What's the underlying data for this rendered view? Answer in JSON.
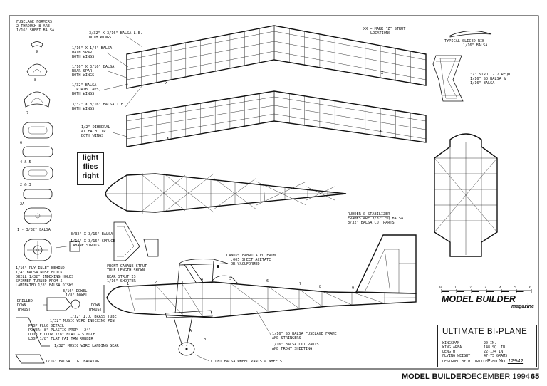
{
  "labels": {
    "fuselage_formers": "FUSELAGE FORMERS",
    "formers_range": "2 THROUGH 8 ARE",
    "formers_material": "1/16\" SHEET BALSA",
    "le": "3/32\" X 3/16\" BALSA L.E.",
    "le_sub": "BOTH WINGS",
    "main_spar": "1/16\" X 1/4\" BALSA",
    "main_spar_2": "MAIN SPAR",
    "main_spar_3": "BOTH WINGS",
    "rear_spar": "1/16\" X 3/16\" BALSA",
    "rear_spar_2": "REAR SPAR,",
    "rear_spar_3": "BOTH WINGS",
    "tip": "1/32\" BALSA",
    "tip_2": "TIP RIB CAPS,",
    "tip_3": "BOTH WINGS",
    "te": "3/32\" X 3/16\" BALSA T.E.",
    "te_2": "BOTH WINGS",
    "dihedral": "1/2\" DIHEDRAL",
    "dihedral_2": "AT EACH TIP",
    "dihedral_3": "BOTH WINGS",
    "strut_loc": "XX = MARK \"Z\" STRUT",
    "strut_loc_2": "LOCATIONS",
    "sliced_rib": "TYPICAL SLICED RIB",
    "sliced_rib_2": "1/16\" BALSA",
    "z_strut": "\"Z\" STRUT - 2 REQD.",
    "z_strut_2": "1/16\" SQ BALSA &",
    "z_strut_3": "1/16\" BALSA",
    "rudder": "RUDDER & STABILIZER",
    "rudder_2": "FRAMES ARE 3/32\" SQ BALSA",
    "rudder_3": "3/32\" BALSA CUT PARTS",
    "one_balsa": "1 - 3/32\" BALSA",
    "cabane_1": "3/32\" X 3/16\" BALSA",
    "cabane_2": "1/16\" X 3/16\" SPRUCE",
    "cabane_3": "CABANE STRUTS",
    "front_cabane": "FRONT CABANE STRUT",
    "front_cabane_2": "TRUE LENGTH SHOWN",
    "rear_strut": "REAR STRUT IS",
    "rear_strut_2": "1/16\" SHORTER",
    "canopy": "CANOPY FABRICATED FROM",
    "canopy_2": ".005 SHEET ACETATE",
    "canopy_3": "OR VACUFORMED",
    "inlet": "1/16\" PLY INLET BEHIND",
    "inlet_2": "1/4\" BALSA NOSE BLOCK",
    "inlet_3": "DRILL 1/32\" INDEXING HOLES",
    "spinner": "SPINNER TURNED FROM 5",
    "spinner_2": "LAMINATED 1/8\" BALSA DISKS",
    "dowel_1": "3/16\" DOWEL",
    "dowel_2": "1/8\" DOWEL",
    "down_thrust": "DOWN",
    "down_thrust_2": "THRUST",
    "drill": "DRILLED",
    "drill_2": "DOWN",
    "drill_3": "THRUST",
    "brass": "1/32\" I.D. BRASS TUBE",
    "music_wire": "1/32\" MUSIC WIRE INDEXING PIN",
    "prop_detail": "PROP PLUG DETAIL",
    "power": "POWER: 8\" PLASTIC PROP - 24\"",
    "power_2": "DOUBLE LOOP 1/8\" FLAT & SINGLE",
    "power_3": "LOOP 1/8\" FLAT FAI TAN RUBBER",
    "landing_gear": "1/32\" MUSIC WIRE LANDING GEAR",
    "lg_fairing": "1/16\" BALSA L.G. FAIRING",
    "fuselage_frame": "1/16\" SQ BALSA FUSELAGE FRAME",
    "fuselage_frame_2": "AND STRINGERS",
    "cut_parts": "1/16\" BALSA CUT PARTS",
    "cut_parts_2": "AND FRONT SHEETING",
    "wheel_pants": "LIGHT BALSA WHEEL PANTS & WHEELS",
    "former_5": "5",
    "former_4": "4",
    "former_6": "6",
    "former_7": "7",
    "former_8": "8",
    "former_9": "9",
    "former_45": "4 & 5",
    "former_23": "2 & 3",
    "former_2a": "2A",
    "sta_1": "1",
    "sta_2": "2",
    "sta_3": "3",
    "sta_4": "4",
    "sta_5": "5",
    "sta_6": "6",
    "sta_7": "7",
    "sta_8": "8",
    "sta_9": "9",
    "wheel_a": "A",
    "wheel_b": "B",
    "scale_0": "0",
    "scale_1": "1",
    "scale_2": "2",
    "scale_3": "3",
    "scale_4": "4",
    "scale_5": "5",
    "scale_6": "6"
  },
  "light_flies_right": [
    "light",
    "flies",
    "right"
  ],
  "logo": {
    "name": "MODEL BUILDER",
    "sub": "magazine"
  },
  "title_block": {
    "title": "ULTIMATE BI-PLANE",
    "rows": [
      {
        "label": "WINGSPAN",
        "value": "20 IN."
      },
      {
        "label": "WING AREA",
        "value": "148 SQ. IN."
      },
      {
        "label": "LENGTH",
        "value": "22-1/4 IN."
      },
      {
        "label": "FLYING WEIGHT",
        "value": "47-75 GRAMS"
      }
    ],
    "designer": "DESIGNED BY M. TRITLE"
  },
  "plan_no": {
    "label": "Plan No:",
    "value": "12942"
  },
  "footer": {
    "magazine": "MODEL BUILDER",
    "issue": "DECEMBER 1994",
    "page": "65"
  }
}
